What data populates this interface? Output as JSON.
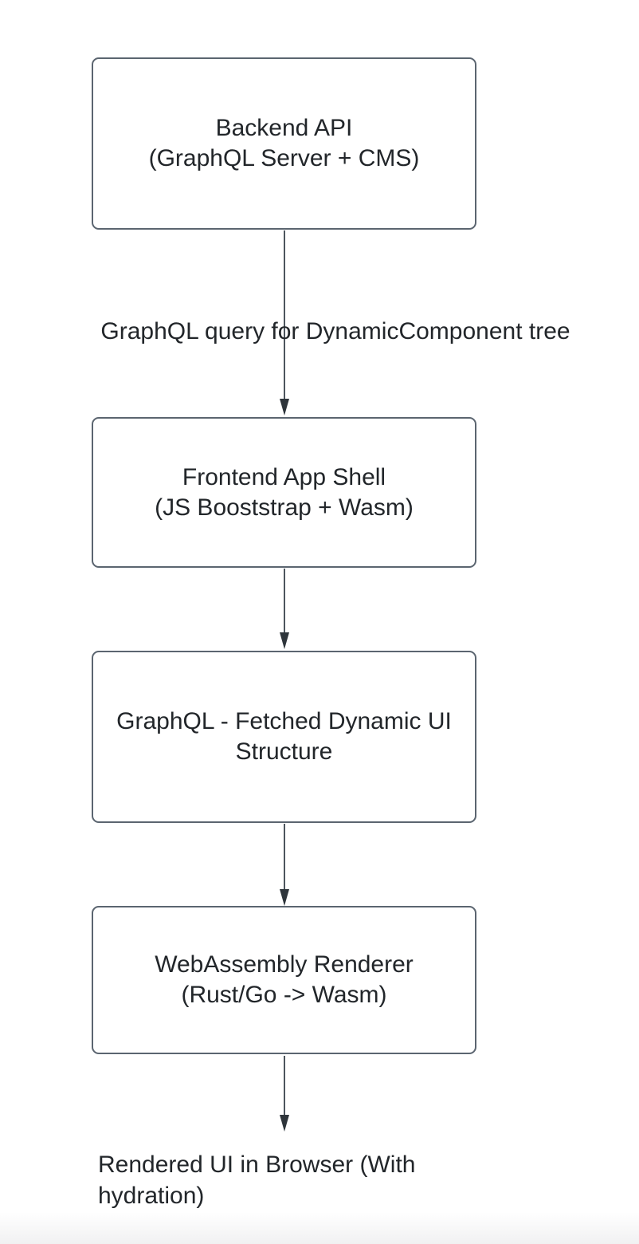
{
  "diagram": {
    "nodes": [
      {
        "id": "backend-api",
        "line1": "Backend API",
        "line2": "(GraphQL Server + CMS)"
      },
      {
        "id": "frontend-app-shell",
        "line1": "Frontend App Shell",
        "line2": "(JS Booststrap + Wasm)"
      },
      {
        "id": "dynamic-ui-structure",
        "line1": "GraphQL - Fetched Dynamic UI",
        "line2": "Structure"
      },
      {
        "id": "wasm-renderer",
        "line1": "WebAssembly Renderer",
        "line2": "(Rust/Go -> Wasm)"
      }
    ],
    "edges": [
      {
        "from": "backend-api",
        "to": "frontend-app-shell",
        "label": "GraphQL query for DynamicComponent tree"
      },
      {
        "from": "frontend-app-shell",
        "to": "dynamic-ui-structure",
        "label": ""
      },
      {
        "from": "dynamic-ui-structure",
        "to": "wasm-renderer",
        "label": ""
      },
      {
        "from": "wasm-renderer",
        "to": "rendered-ui-browser",
        "label": ""
      }
    ],
    "end_label": "Rendered UI in Browser (With hydration)",
    "colors": {
      "background": "#ffffff",
      "node_border": "#5b6570",
      "arrow_line": "#4d565e",
      "arrow_head": "#2e353b",
      "text": "#22262a",
      "bottom_strip": "#f1f1f2"
    }
  }
}
